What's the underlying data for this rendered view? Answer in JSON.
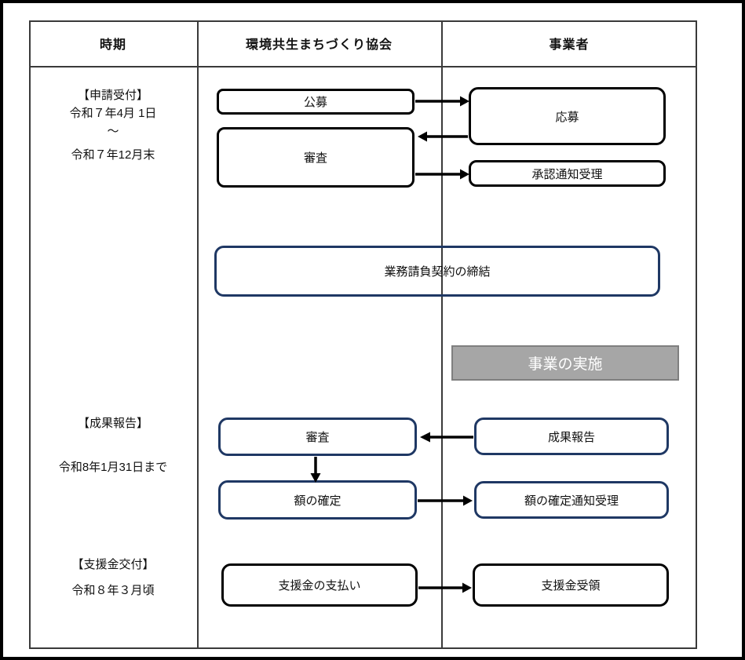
{
  "header": {
    "time": "時期",
    "association": "環境共生まちづくり協会",
    "operator": "事業者"
  },
  "sections": {
    "application": {
      "title": "【申請受付】",
      "date_from": "令和７年4月 1日",
      "tilde": "～",
      "date_to": "令和７年12月末",
      "public_offering": "公募",
      "screening": "審査",
      "apply": "応募",
      "approval_notice_receipt": "承認通知受理"
    },
    "contract": {
      "label": "業務請負契約の締結"
    },
    "implementation": {
      "label": "事業の実施"
    },
    "report": {
      "title": "【成果報告】",
      "deadline": "令和8年1月31日まで",
      "screening": "審査",
      "amount_determination": "額の確定",
      "result_report": "成果報告",
      "amount_notice_receipt": "額の確定通知受理"
    },
    "grant": {
      "title": "【支援金交付】",
      "date": "令和８年３月頃",
      "payment": "支援金の支払い",
      "receipt": "支援金受領"
    }
  },
  "colors": {
    "navy": "#1f3864",
    "box_border": "#000000",
    "gray_fill": "#a6a6a6",
    "gray_border": "#7f7f7f",
    "table_line": "#3a3a3a",
    "text": "#111111"
  }
}
